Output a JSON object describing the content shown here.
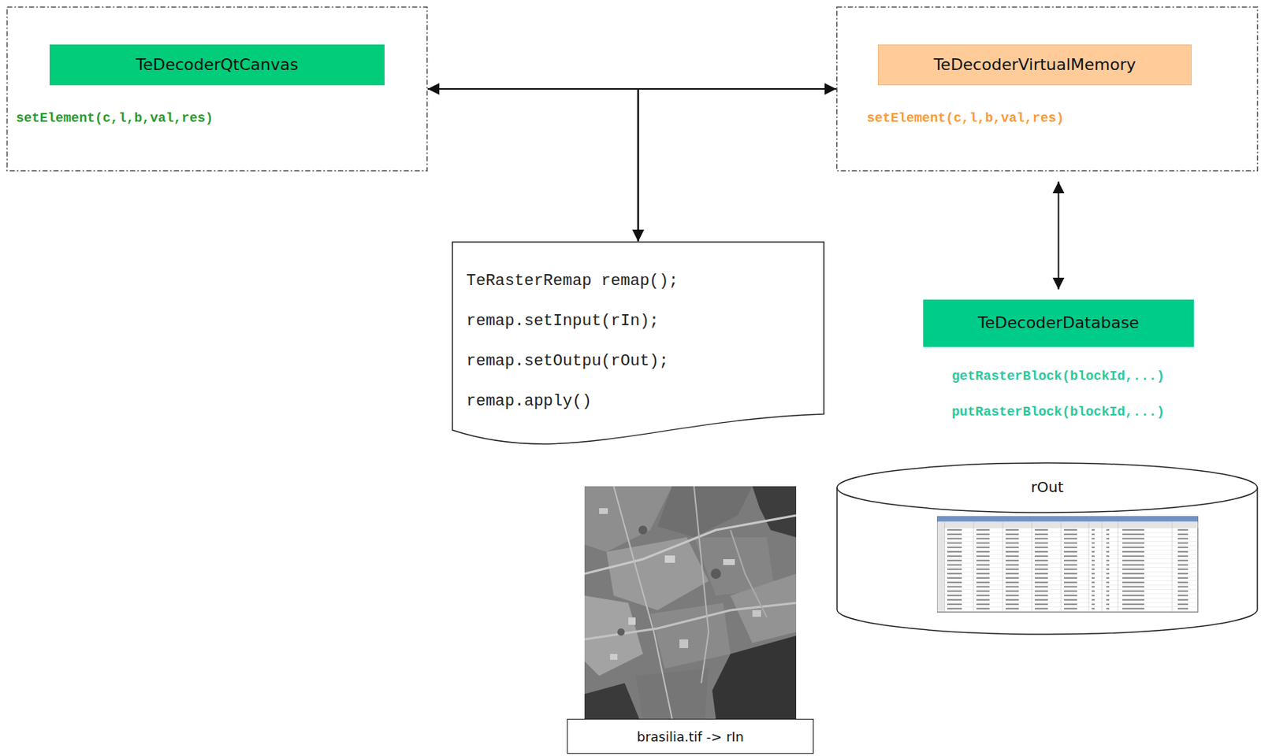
{
  "diagram": {
    "nodes": [
      {
        "text": [
          "setElement(c,l,b,val,res)"
        ]
      },
      {
        "text": [
          "TeDecoderQtCanvas"
        ],
        "in": 0
      },
      {
        "text": [
          "setElement(c,l,b,val,res)"
        ]
      },
      {
        "text": [
          "TeDecoderVirtualMemory"
        ],
        "in": 2
      },
      {
        "text": [
          "TeRasterRemap remap();",
          "remap.setInput(rIn);",
          "remap.setOutpu(rOut);",
          "remap.apply()"
        ]
      },
      {
        "text": [
          "TeDecoderDatabase"
        ]
      },
      {
        "text": [
          "rOut"
        ]
      },
      {
        "text": [
          "brasilia.tif -> rIn"
        ]
      }
    ],
    "edges": [
      {
        "from": 0,
        "to": 2,
        "arrow": "both"
      },
      {
        "from": 0,
        "to": 4,
        "arrow": "to"
      },
      {
        "from": 2,
        "to": 4,
        "arrow": "to"
      },
      {
        "from": 2,
        "to": 5,
        "arrow": "both"
      }
    ],
    "labels": [
      "getRasterBlock(blockId,...)",
      "putRasterBlock(blockId,...)"
    ]
  }
}
